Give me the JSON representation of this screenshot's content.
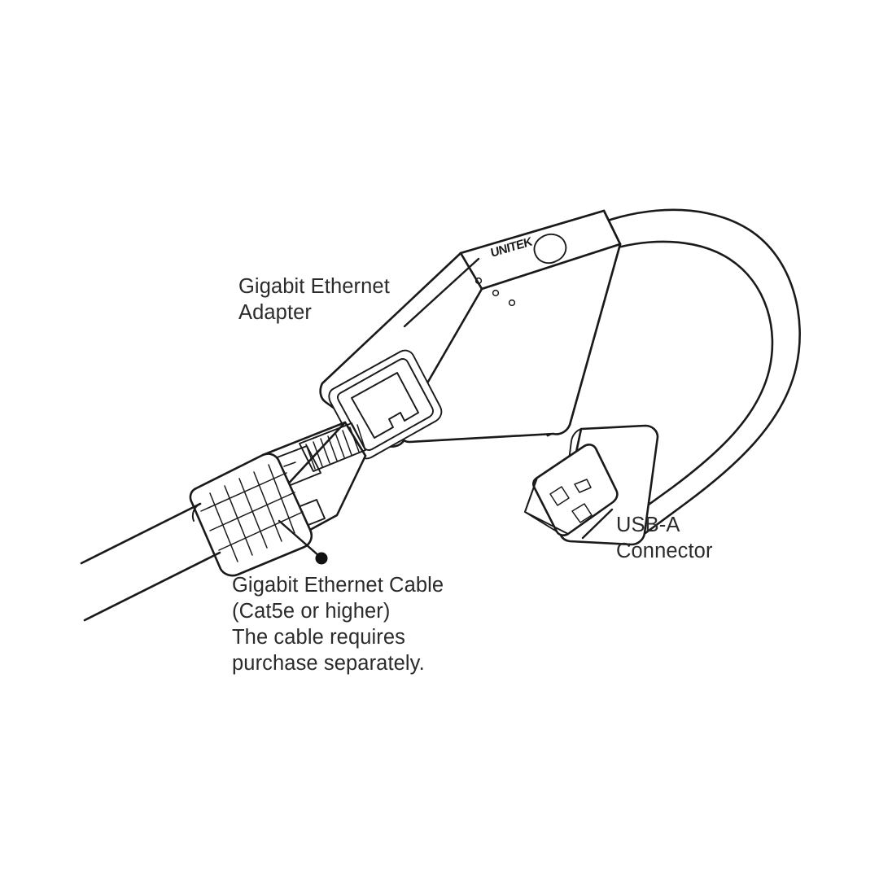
{
  "diagram": {
    "title": "Gigabit Ethernet Adapter connection diagram",
    "background_color": "#ffffff",
    "line_color": "#1a1a1a",
    "text_color": "#2b2b2b"
  },
  "callouts": {
    "adapter": {
      "line1": "Gigabit Ethernet",
      "line2": "Adapter"
    },
    "cable": {
      "line1": "Gigabit Ethernet Cable",
      "line2": "(Cat5e or higher)",
      "line3": "The cable requires",
      "line4": "purchase separately."
    },
    "usb": {
      "line1": "USB-A",
      "line2": "Connector"
    }
  },
  "components": {
    "brand_logo": "UNITEK",
    "led_count": 3,
    "rj45_pin_count": 8,
    "usb_shield_cutouts": 3
  }
}
